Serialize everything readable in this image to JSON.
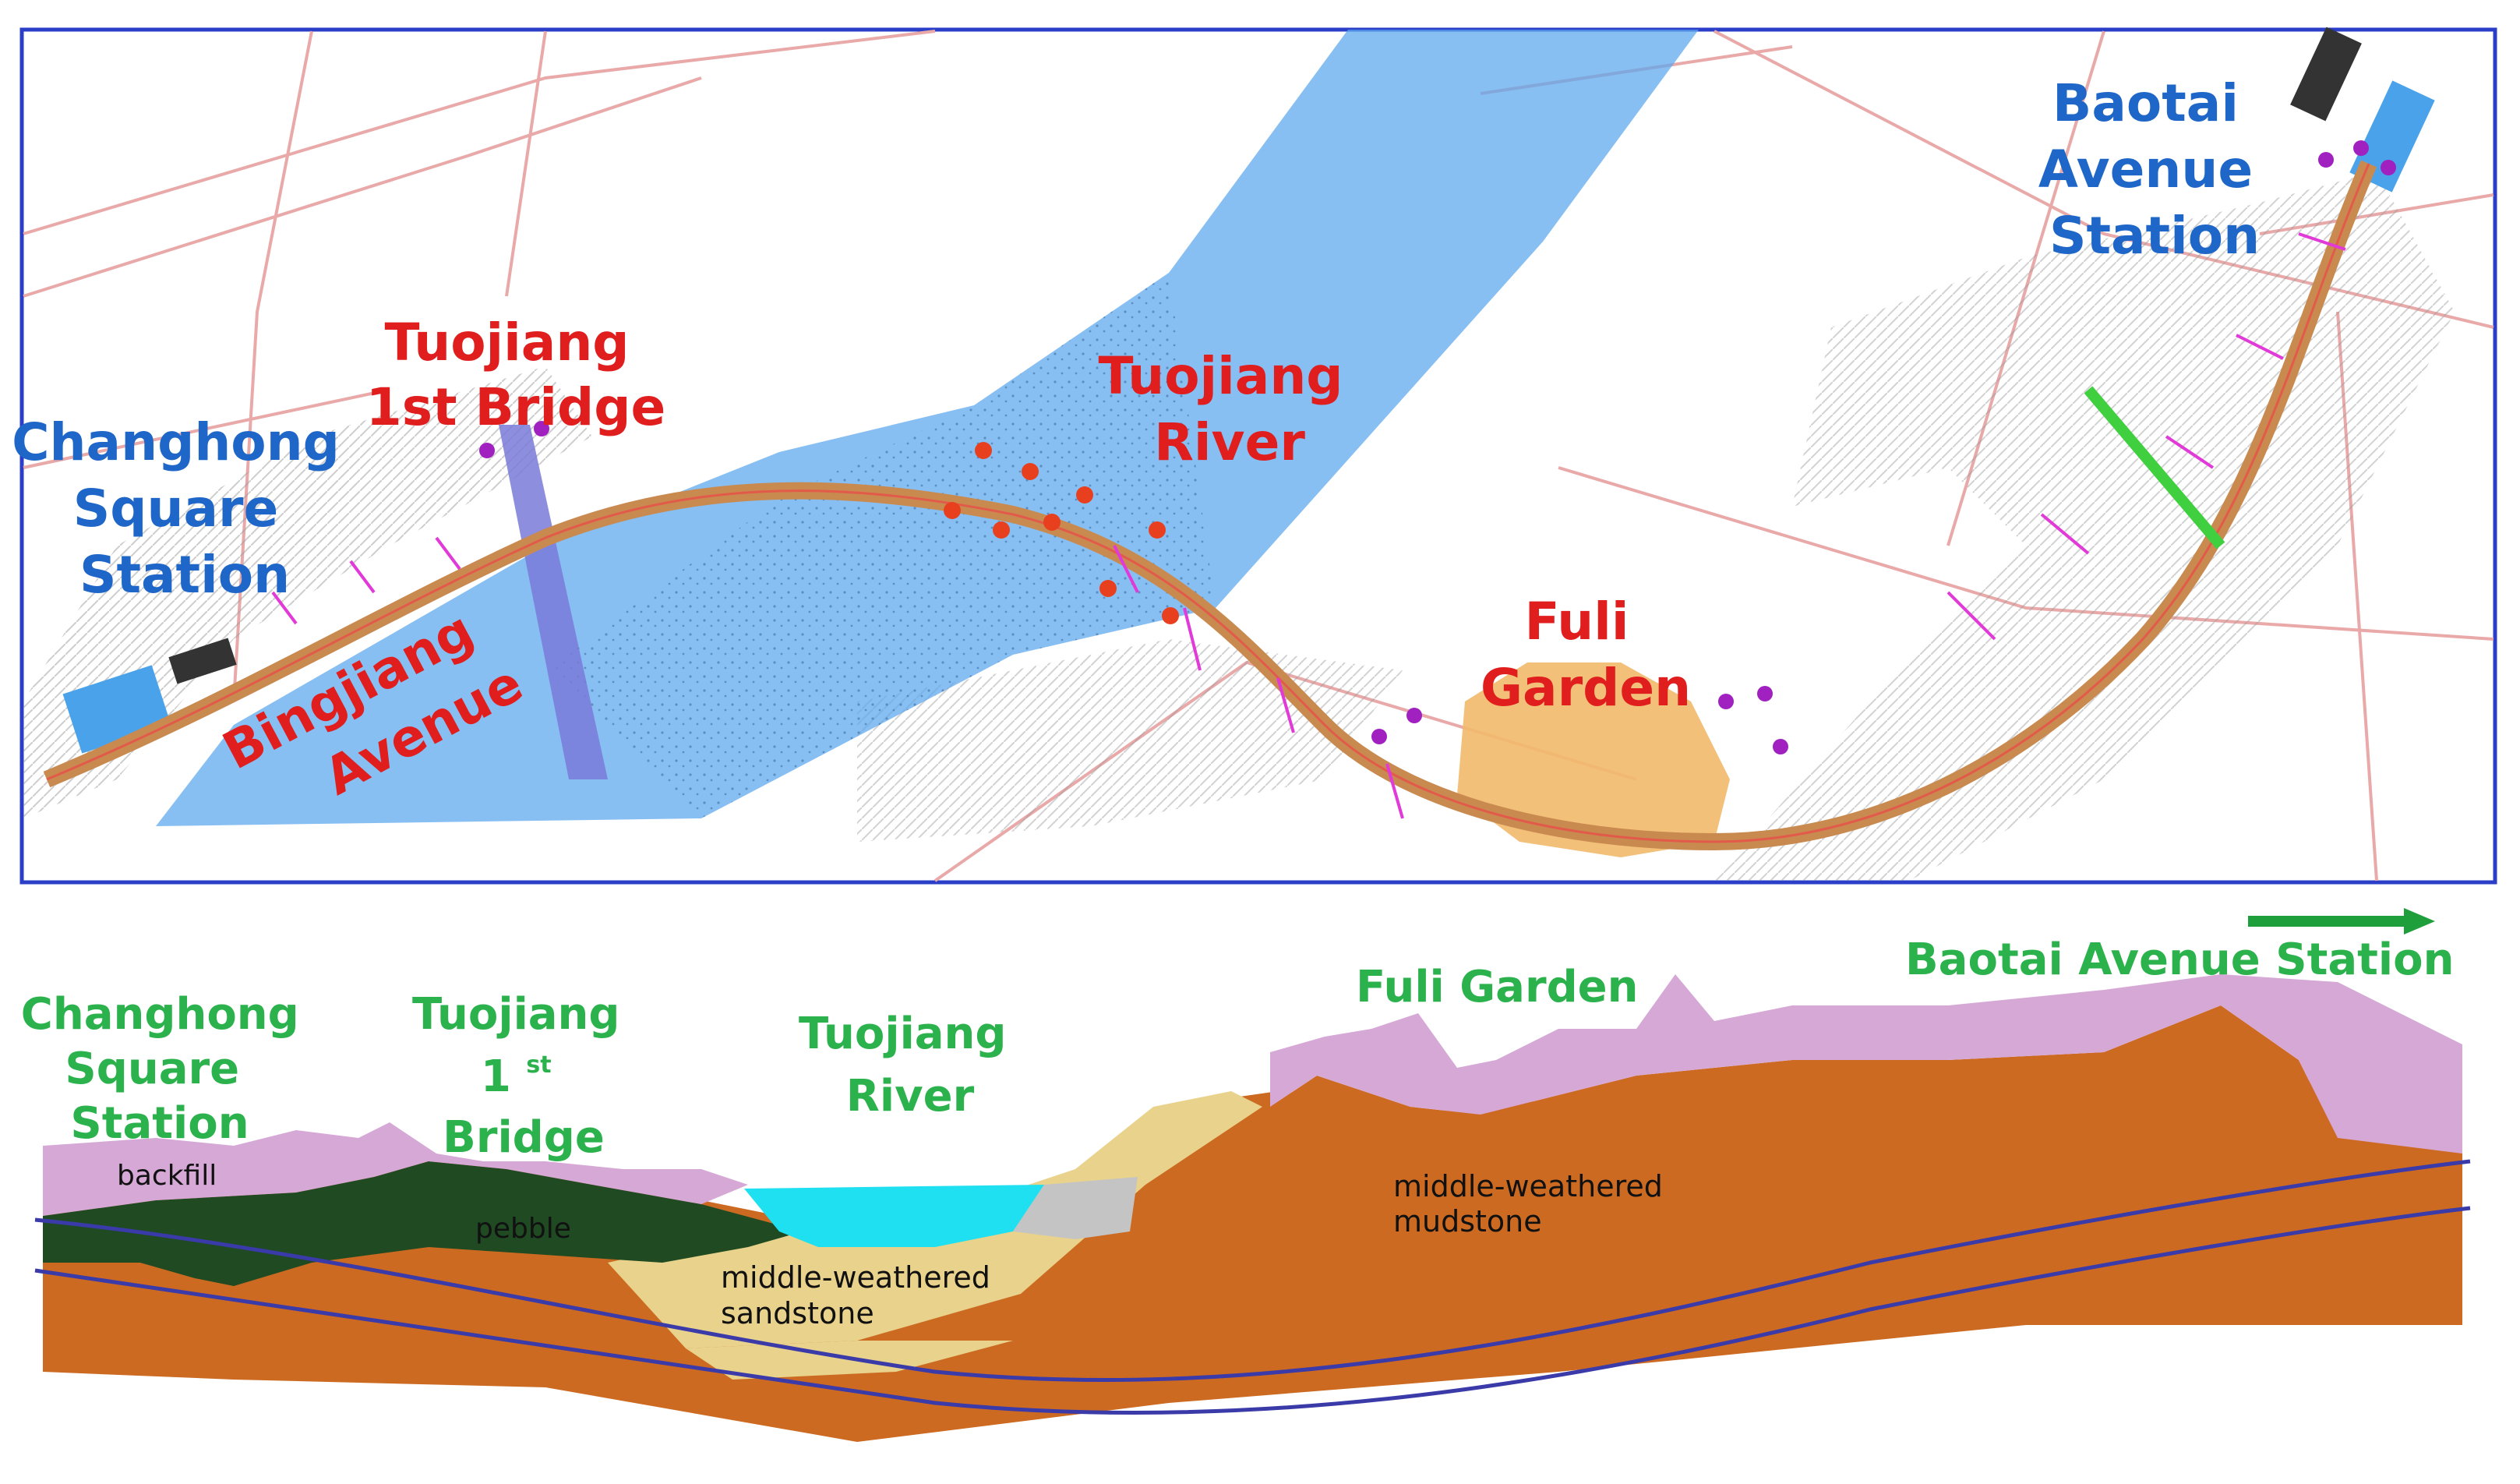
{
  "plan": {
    "labels": {
      "changhong": [
        "Changhong",
        "Square",
        "Station"
      ],
      "tuojiang_bridge": [
        "Tuojiang",
        "1st Bridge"
      ],
      "tuojiang_river": [
        "Tuojiang",
        "River"
      ],
      "bingjiang": [
        "Bingjiang",
        "Avenue"
      ],
      "fuli": [
        "Fuli",
        "Garden"
      ],
      "baotai": [
        "Baotai",
        "Avenue",
        "Station"
      ]
    },
    "colors": {
      "station_label": "#1f66c9",
      "feature_label": "#e01e1e",
      "river": "#5aa6ee",
      "tunnel": "#c98a50",
      "marker_red": "#e8401e",
      "marker_purple": "#a020c0",
      "garden": "#f2b96a"
    }
  },
  "profile": {
    "labels": {
      "changhong": [
        "Changhong",
        "Square",
        "Station"
      ],
      "tuojiang_bridge": [
        "Tuojiang",
        "1",
        "st",
        "Bridge"
      ],
      "tuojiang_river": [
        "Tuojiang",
        "River"
      ],
      "fuli": "Fuli Garden",
      "baotai": "Baotai Avenue Station"
    },
    "strata": {
      "backfill": "backfill",
      "pebble": "pebble",
      "sandstone": [
        "middle-weathered",
        "sandstone"
      ],
      "mudstone": [
        "middle-weathered",
        "mudstone"
      ]
    },
    "colors": {
      "backfill": "#d6a8d6",
      "pebble": "#1f4a22",
      "sandstone": "#e8d28c",
      "mudstone": "#cc6a22",
      "water": "#1fe0f0",
      "tunnel_line": "#3a3aa8",
      "label": "#2bb24c"
    }
  }
}
